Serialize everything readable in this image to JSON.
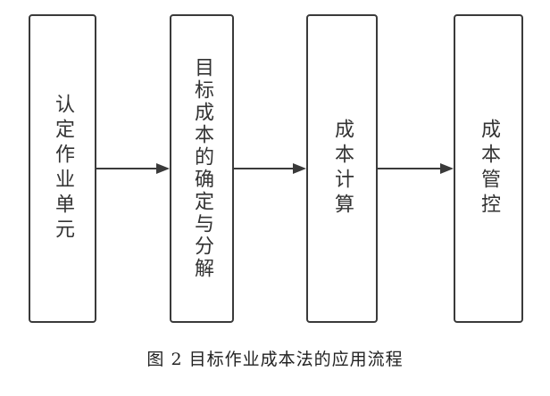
{
  "diagram": {
    "steps": [
      {
        "label": "认定作业单元"
      },
      {
        "label": "目标成本的确定与分解"
      },
      {
        "label": "成本计算"
      },
      {
        "label": "成本管控"
      }
    ],
    "colors": {
      "border": "#3a3a3a",
      "arrow": "#3a3a3a",
      "text": "#333333"
    }
  },
  "caption": "图 2 目标作业成本法的应用流程"
}
